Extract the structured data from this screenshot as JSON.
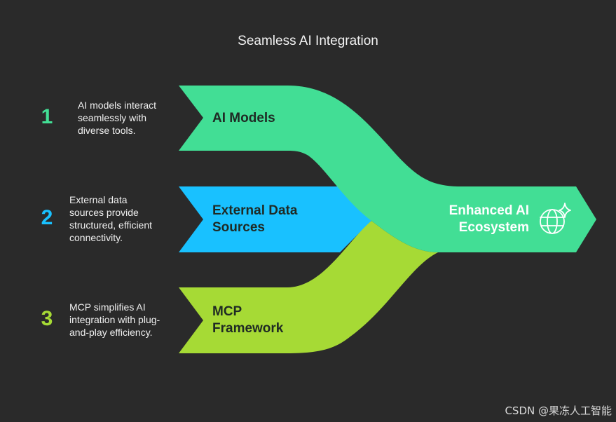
{
  "title": "Seamless AI Integration",
  "colors": {
    "background": "#2a2a2a",
    "green": "#42de95",
    "blue": "#19c1ff",
    "lime": "#a6da35"
  },
  "steps": [
    {
      "number": "1",
      "description": [
        "AI models interact",
        "seamlessly with",
        "diverse tools."
      ],
      "label": [
        "AI Models"
      ],
      "color": "#42de95"
    },
    {
      "number": "2",
      "description": [
        "External data",
        "sources provide",
        "structured, efficient",
        "connectivity."
      ],
      "label": [
        "External Data",
        "Sources"
      ],
      "color": "#19c1ff"
    },
    {
      "number": "3",
      "description": [
        "MCP simplifies AI",
        "integration with plug-",
        "and-play efficiency."
      ],
      "label": [
        "MCP",
        "Framework"
      ],
      "color": "#a6da35"
    }
  ],
  "output": {
    "label": [
      "Enhanced AI",
      "Ecosystem"
    ],
    "icon": "globe-sparkle-icon"
  },
  "watermark": "CSDN @果冻人工智能"
}
